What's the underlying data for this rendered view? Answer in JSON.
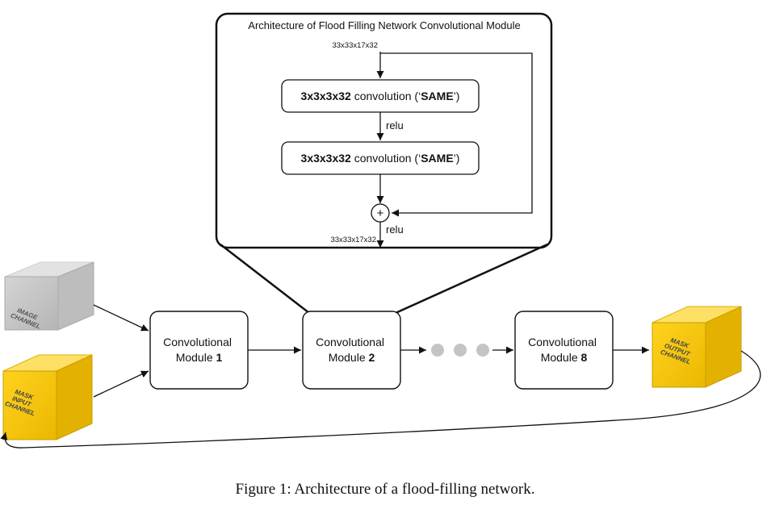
{
  "detail": {
    "title": "Architecture of Flood Filling Network Convolutional Module",
    "input_shape": "33x33x17x32",
    "output_shape": "33x33x17x32",
    "conv1": {
      "bold": "3x3x3x32",
      "rest": " convolution (‘",
      "same": "SAME",
      "end": "’)"
    },
    "conv2": {
      "bold": "3x3x3x32",
      "rest": " convolution (‘",
      "same": "SAME",
      "end": "’)"
    },
    "relu_mid": "relu",
    "relu_out": "relu",
    "add_symbol": "+"
  },
  "modules": [
    {
      "line1": "Convolutional",
      "line2_text": "Module ",
      "line2_num": "1"
    },
    {
      "line1": "Convolutional",
      "line2_text": "Module ",
      "line2_num": "2"
    },
    {
      "line1": "Convolutional",
      "line2_text": "Module ",
      "line2_num": "8"
    }
  ],
  "cubes": {
    "image": {
      "lines": [
        "IMAGE",
        "CHANNEL"
      ],
      "color": "#c8c8c8"
    },
    "mask_input": {
      "lines": [
        "MASK",
        "INPUT",
        "CHANNEL"
      ],
      "color": "#f2c200"
    },
    "mask_output": {
      "lines": [
        "MASK",
        "OUTPUT",
        "CHANNEL"
      ],
      "color": "#f2c200"
    }
  },
  "caption": "Figure 1: Architecture of a flood-filling network."
}
